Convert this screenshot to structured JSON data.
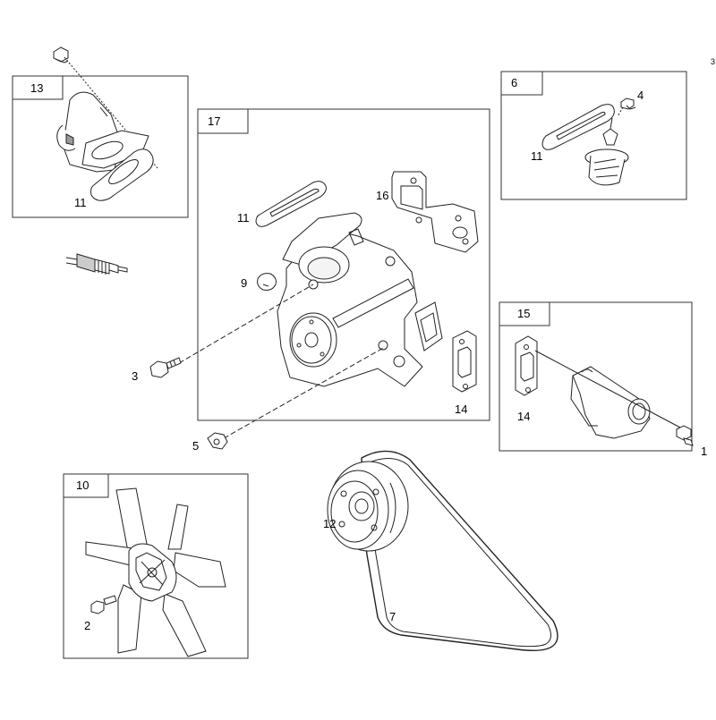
{
  "page": {
    "corner_mark": "3"
  },
  "boxes": [
    {
      "id": "13",
      "tag": "13"
    },
    {
      "id": "17",
      "tag": "17"
    },
    {
      "id": "6",
      "tag": "6"
    },
    {
      "id": "15",
      "tag": "15"
    },
    {
      "id": "10",
      "tag": "10"
    }
  ],
  "callouts": {
    "c1": "1",
    "c2": "2",
    "c3": "3",
    "c4": "4",
    "c5": "5",
    "c7": "7",
    "c9": "9",
    "c11a": "11",
    "c11b": "11",
    "c11c": "11",
    "c12": "12",
    "c14a": "14",
    "c14b": "14",
    "c16": "16"
  },
  "colors": {
    "line": "#222222",
    "panel_border": "#333333",
    "fill": "#ffffff",
    "shade": "#d9d9d9"
  }
}
